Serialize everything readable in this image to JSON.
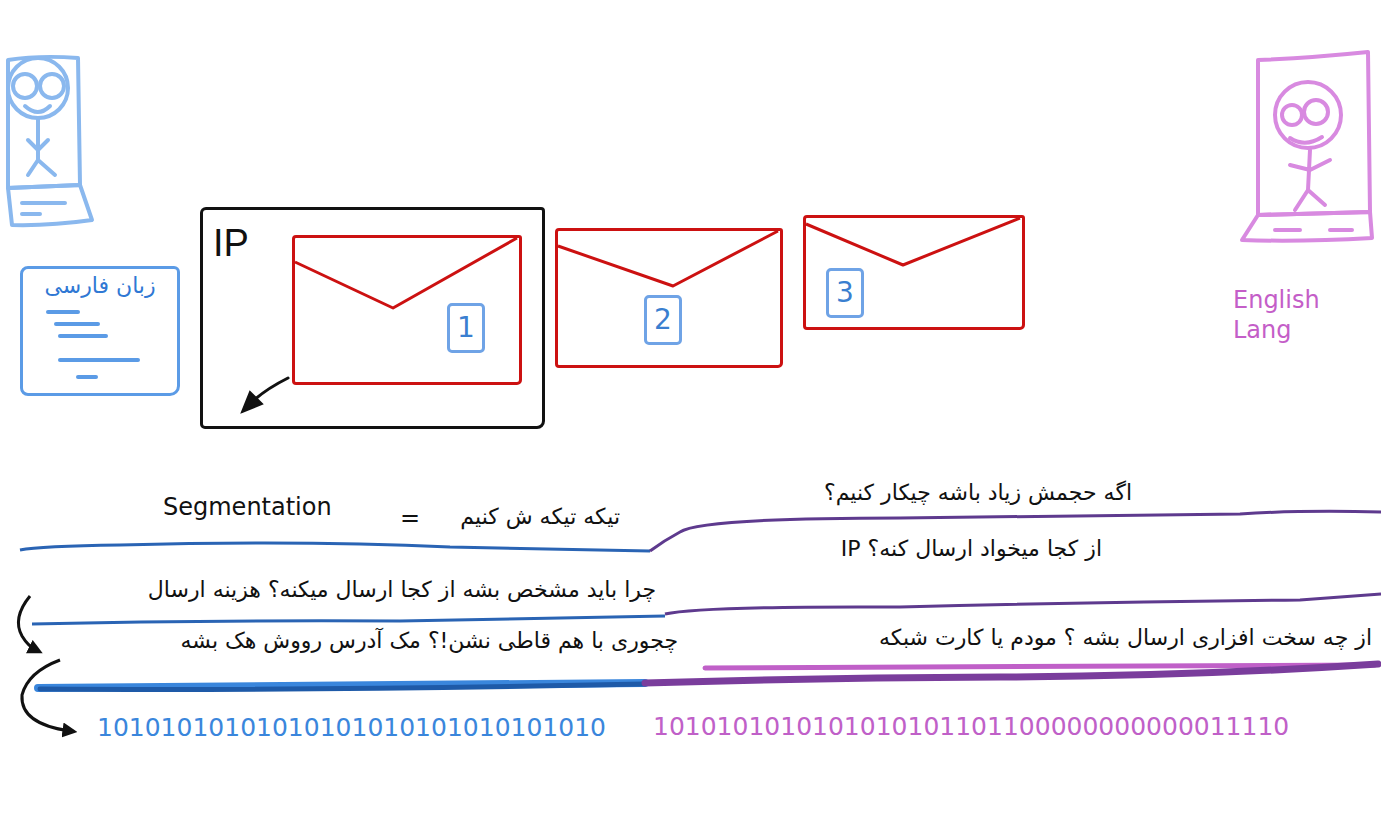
{
  "diagram": {
    "nodes": [
      {
        "text": [
          "زبان فارسی"
        ]
      },
      {
        "text": [
          "IP"
        ]
      },
      {
        "text": [
          "1"
        ],
        "in": 1
      },
      {
        "text": [
          "2"
        ]
      },
      {
        "text": [
          "3"
        ]
      }
    ],
    "labels": [
      "English Lang",
      "Segmentation",
      "=",
      "تیکه تیکه ش کنیم",
      "اگه حجمش زیاد باشه چیکار کنیم؟",
      "از کجا میخواد ارسال کنه؟ IP",
      "چرا باید مشخص بشه از کجا ارسال میکنه؟ هزینه ارسال",
      "از چه سخت افزاری ارسال بشه ؟ مودم یا کارت شبکه",
      "چجوری با هم قاطی نشن!؟ مک آدرس رووش هک بشه",
      "10101010101010101010101010101010",
      "1010101010101010101101100000000000011110"
    ]
  }
}
